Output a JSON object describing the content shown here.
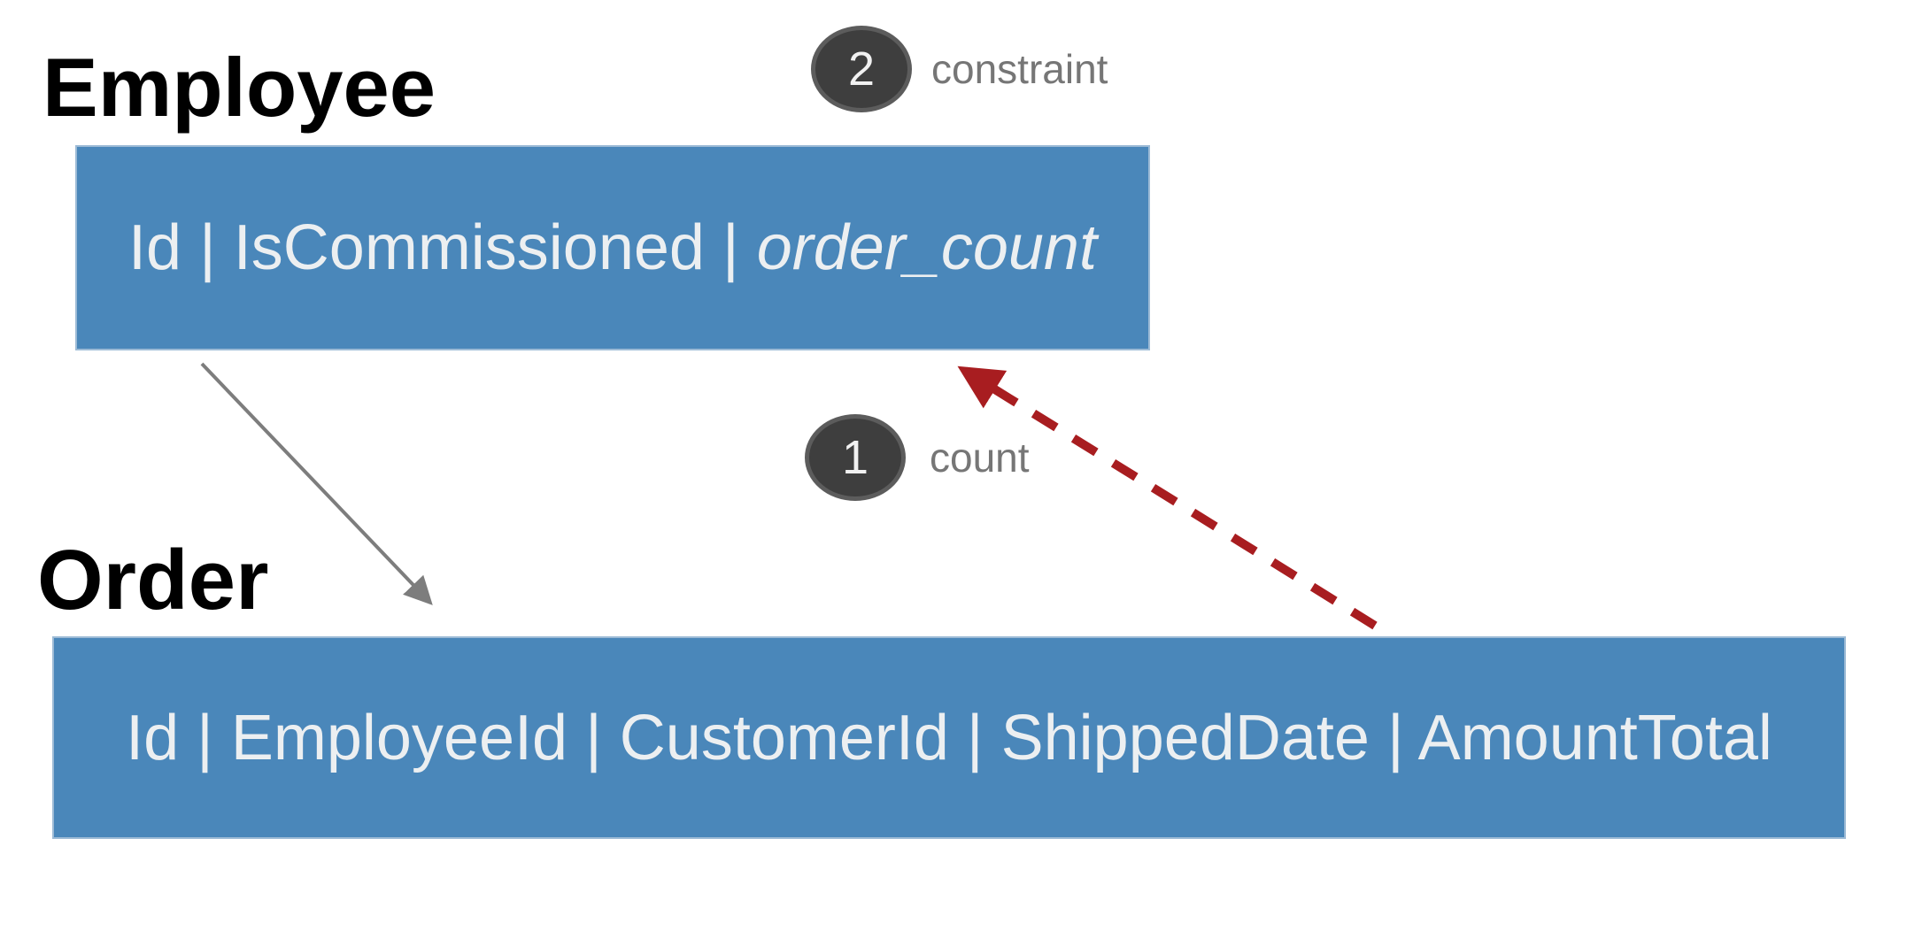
{
  "diagram": {
    "tables": [
      {
        "name": "Employee",
        "row_text": "Id | IsCommissioned | ",
        "derived_field": "order_count"
      },
      {
        "name": "Order",
        "row_text": "Id | EmployeeId | CustomerId | ShippedDate | AmountTotal"
      }
    ],
    "annotations": [
      {
        "number": "2",
        "label": "constraint"
      },
      {
        "number": "1",
        "label": "count"
      }
    ]
  },
  "colors": {
    "table_fill": "#4a87ba",
    "table_border": "#9dbbd6",
    "table_text": "#eceff1",
    "title_text": "#000000",
    "badge_fill": "#3e3e3e",
    "badge_border": "#5c5c5c",
    "badge_text": "#f1f1f1",
    "annotation_text": "#767676",
    "solid_arrow": "#7d7d7d",
    "dashed_arrow": "#a81d20",
    "canvas_bg": "#ffffff"
  }
}
